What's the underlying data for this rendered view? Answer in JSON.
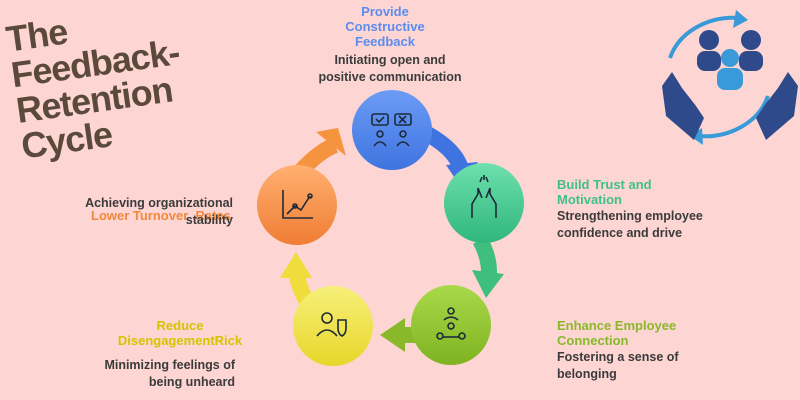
{
  "title": {
    "line1": "The Feedback-",
    "line2": "Retention Cycle"
  },
  "stages": [
    {
      "title_lines": [
        "Provide",
        "Constructive",
        "Feedback"
      ],
      "desc_lines": [
        "Initiating open and",
        "positive communication"
      ],
      "color": "#5b8def",
      "icon": "feedback-icon"
    },
    {
      "title_lines": [
        "Build Trust and",
        "Motivation"
      ],
      "desc_lines": [
        "Strengthening employee",
        "confidence and drive"
      ],
      "color": "#3fc08a",
      "icon": "high-five-icon"
    },
    {
      "title_lines": [
        "Enhance Employee",
        "Connection"
      ],
      "desc_lines": [
        "Fostering a sense of",
        "belonging"
      ],
      "color": "#8ab82b",
      "icon": "connection-icon"
    },
    {
      "title_lines": [
        "Reduce",
        "DisengagementRick"
      ],
      "desc_lines": [
        "Minimizing feelings of",
        "being unheard"
      ],
      "color": "#d6c400",
      "icon": "user-shield-icon"
    },
    {
      "title_lines": [
        "Lower Turnover  Rates"
      ],
      "desc_lines": [
        "Achieving organizational",
        "stability"
      ],
      "color": "#f2883c",
      "icon": "growth-chart-icon"
    }
  ],
  "colors": {
    "background": "#fdd5d3",
    "title": "#5b4a3c",
    "logo": "#2f4a8a",
    "logo_accent": "#3a9ad9"
  }
}
